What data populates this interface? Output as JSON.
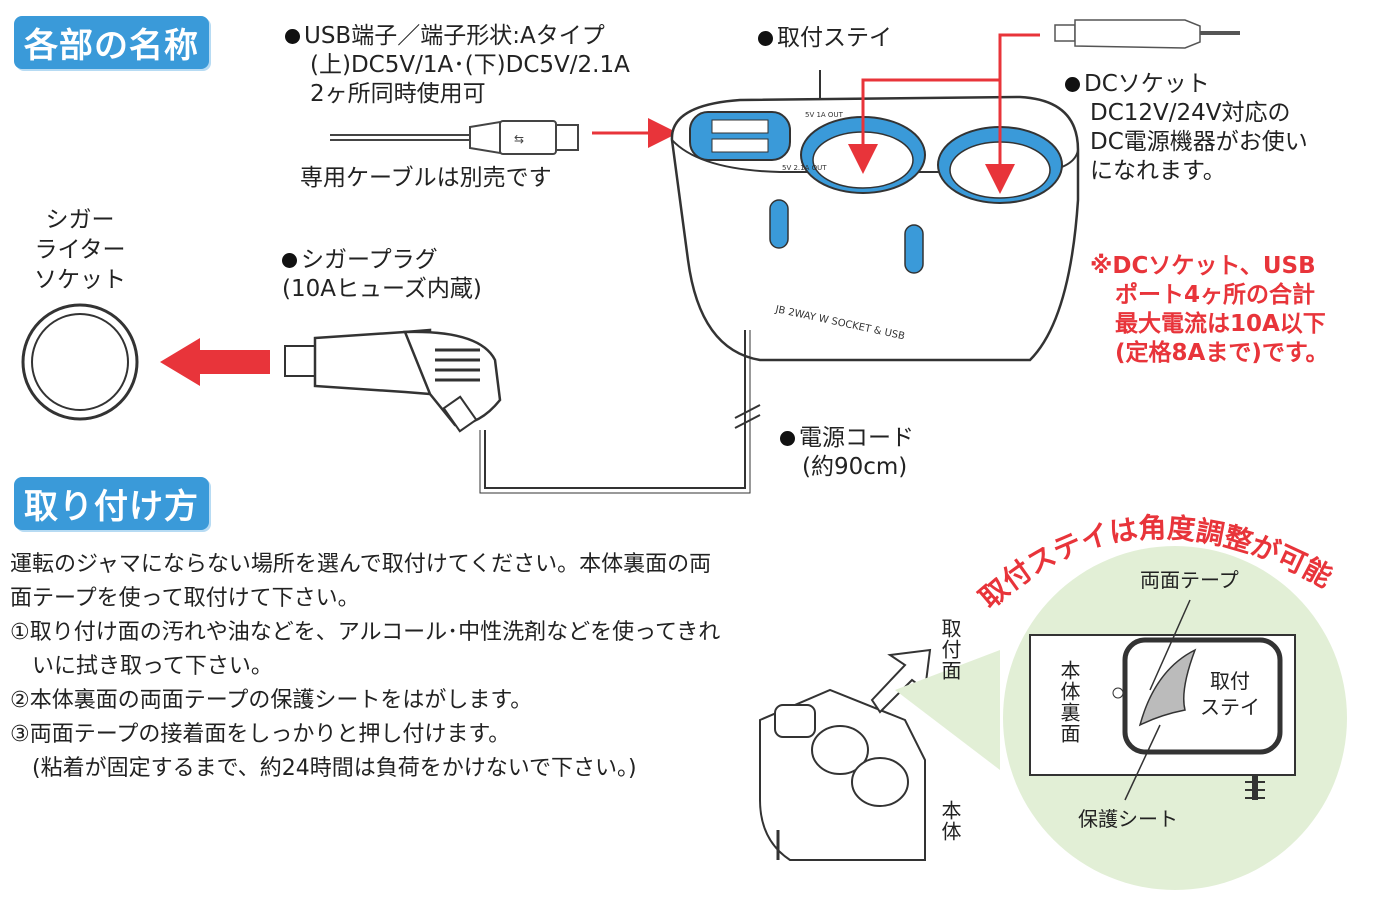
{
  "section1": {
    "title": "各部の名称"
  },
  "section2": {
    "title": "取り付け方"
  },
  "labels": {
    "usb_port": [
      "USB端子／端子形状:Aタイプ",
      "(上)DC5V/1A･(下)DC5V/2.1A",
      "2ヶ所同時使用可"
    ],
    "cable_note": "専用ケーブルは別売です",
    "mount_stay": "取付ステイ",
    "dc_socket": [
      "DCソケット",
      "DC12V/24V対応の",
      "DC電源機器がお使い",
      "になれます。"
    ],
    "cigar_socket": [
      "シガー",
      "ライター",
      "ソケット"
    ],
    "cigar_plug": [
      "シガープラグ",
      "(10Aヒューズ内蔵)"
    ],
    "power_cord": [
      "電源コード",
      "(約90cm)"
    ],
    "device_print": "JB 2WAY W SOCKET & USB",
    "usb_mark_up": "5V 1A OUT",
    "usb_mark_down": "5V 2.1A OUT"
  },
  "current_note": [
    "※DCソケット、USB",
    "ポート4ヶ所の合計",
    "最大電流は10A以下",
    "(定格8Aまで)です。"
  ],
  "instructions": [
    "運転のジャマにならない場所を選んで取付けてください。本体裏面の両",
    "面テープを使って取付けて下さい。",
    "①取り付け面の汚れや油などを、アルコール･中性洗剤などを使ってきれ",
    "　いに拭き取って下さい。",
    "②本体裏面の両面テープの保護シートをはがします。",
    "③両面テープの接着面をしっかりと押し付けます。",
    "　(粘着が固定するまで、約24時間は負荷をかけないで下さい。)"
  ],
  "install_labels": {
    "mount_surface": "取付面",
    "body": "本体"
  },
  "detail": {
    "arc_title": "取付ステイは角度調整が可能",
    "double_tape": "両面テープ",
    "body_back": "本体裏面",
    "stay": [
      "取付",
      "ステイ"
    ],
    "protect_sheet": "保護シート"
  },
  "colors": {
    "accent_blue": "#3a9ad9",
    "red": "#e8343a",
    "circle_green": "#e2efd6"
  }
}
